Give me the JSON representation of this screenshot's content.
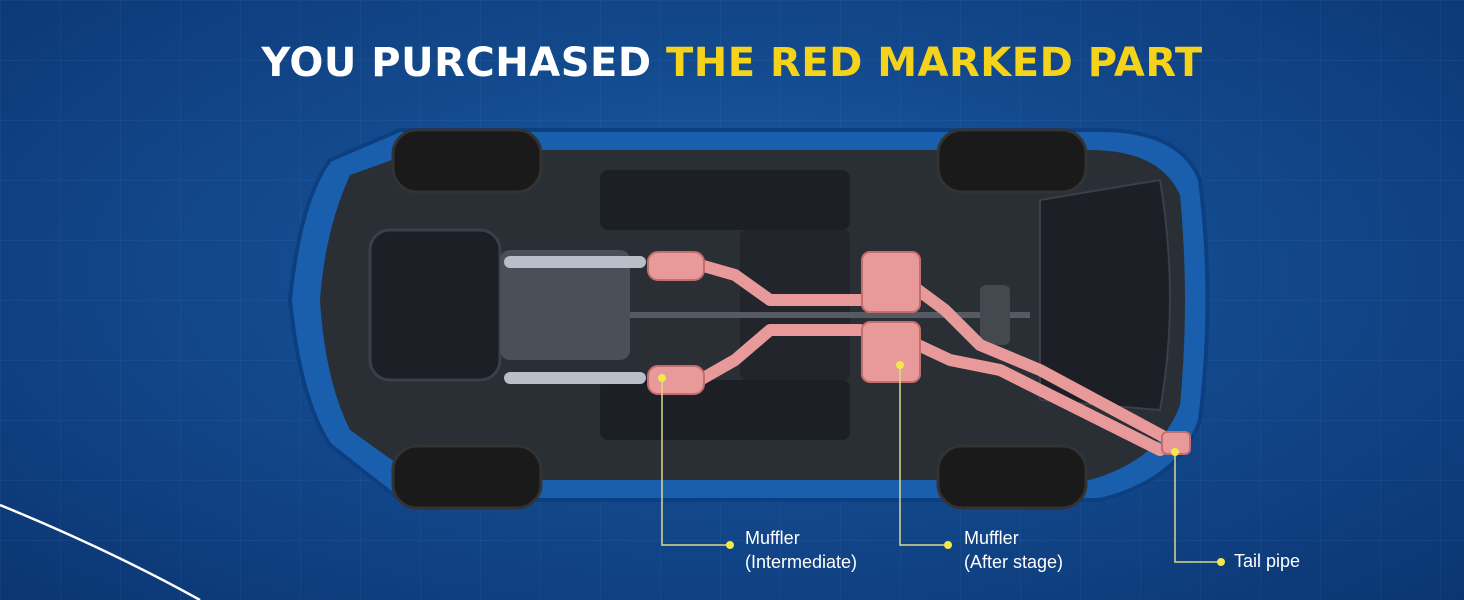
{
  "headline": {
    "part1": "YOU PURCHASED ",
    "part2": "THE RED MARKED PART"
  },
  "colors": {
    "background": "#134a8e",
    "highlight": "#f5d31b",
    "exhaust": "#e89a9a",
    "callout_line": "#d9d98a"
  },
  "callouts": [
    {
      "line1": "Muffler",
      "line2": "(Intermediate)"
    },
    {
      "line1": "Muffler",
      "line2": "(After stage)"
    },
    {
      "line1": "Tail pipe",
      "line2": ""
    }
  ]
}
